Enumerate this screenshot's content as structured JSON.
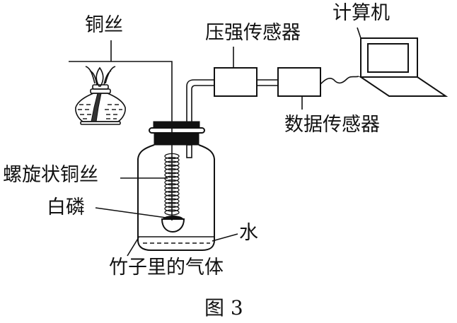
{
  "figure": {
    "caption": "图 3",
    "colors": {
      "ink": "#111111",
      "background": "#ffffff"
    }
  },
  "labels": {
    "copper_wire": "铜丝",
    "pressure_sensor": "压强传感器",
    "computer": "计算机",
    "data_sensor": "数据传感器",
    "spiral_copper_wire": "螺旋状铜丝",
    "white_phosphorus": "白磷",
    "water": "水",
    "gas_in_bamboo": "竹子里的气体"
  },
  "components": [
    {
      "id": "alcohol-lamp",
      "name": "alcohol lamp"
    },
    {
      "id": "sealed-bottle",
      "name": "sealed bottle with stopper"
    },
    {
      "id": "spiral-copper-wire",
      "name": "spiral copper wire"
    },
    {
      "id": "combustion-spoon",
      "name": "spoon with white phosphorus"
    },
    {
      "id": "pressure-sensor",
      "name": "pressure sensor box"
    },
    {
      "id": "data-sensor",
      "name": "data sensor box"
    },
    {
      "id": "computer",
      "name": "laptop computer"
    }
  ]
}
